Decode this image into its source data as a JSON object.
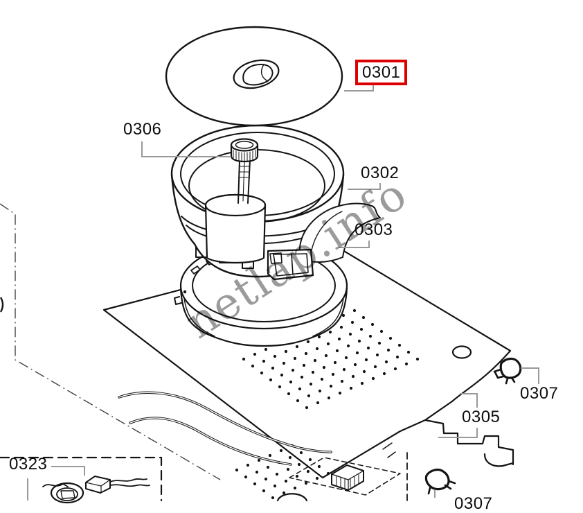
{
  "watermark": {
    "text": "netlap.info",
    "color": "#8a8a8a"
  },
  "colors": {
    "background": "#ffffff",
    "line": "#141414",
    "leader_line": "#999999",
    "highlight_box": "#dd0000",
    "label_text": "#0d0d0d"
  },
  "labels": {
    "lid": "0301",
    "bowl": "0302",
    "ring": "0303",
    "base_panel": "0305",
    "shaft": "0306",
    "clip_right": "0307",
    "clip_bottom": "0307",
    "bottom_left_part": "0323"
  },
  "highlight": {
    "part": "0301"
  }
}
